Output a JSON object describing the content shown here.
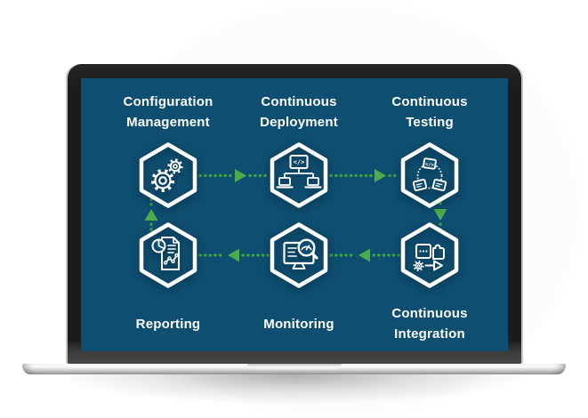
{
  "device": {
    "type": "laptop-mockup"
  },
  "diagram": {
    "nodes": [
      {
        "id": "configuration-management",
        "lines": [
          "Configuration",
          "Management"
        ],
        "icon": "gears-icon"
      },
      {
        "id": "continuous-deployment",
        "lines": [
          "Continuous",
          "Deployment"
        ],
        "icon": "deployment-network-icon"
      },
      {
        "id": "continuous-testing",
        "lines": [
          "Continuous",
          "Testing"
        ],
        "icon": "code-cycle-icon"
      },
      {
        "id": "reporting",
        "lines": [
          "Reporting"
        ],
        "icon": "report-chart-icon"
      },
      {
        "id": "monitoring",
        "lines": [
          "Monitoring"
        ],
        "icon": "monitor-magnifier-icon"
      },
      {
        "id": "continuous-integration",
        "lines": [
          "Continuous",
          "Integration"
        ],
        "icon": "puzzle-gear-icon"
      }
    ],
    "flow": [
      {
        "from": "configuration-management",
        "to": "continuous-deployment",
        "direction": "right"
      },
      {
        "from": "continuous-deployment",
        "to": "continuous-testing",
        "direction": "right"
      },
      {
        "from": "continuous-testing",
        "to": "continuous-integration",
        "direction": "down"
      },
      {
        "from": "continuous-integration",
        "to": "monitoring",
        "direction": "left"
      },
      {
        "from": "monitoring",
        "to": "reporting",
        "direction": "left"
      },
      {
        "from": "reporting",
        "to": "configuration-management",
        "direction": "up"
      }
    ],
    "colors": {
      "screen_background": "#0e4e70",
      "node_outline": "#ffffff",
      "label_text": "#ffffff",
      "arrow_dots": "#3fa044",
      "arrow_head": "#4cae4a"
    }
  }
}
